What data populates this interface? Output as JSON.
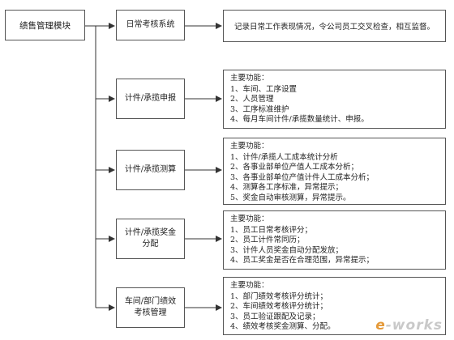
{
  "root": {
    "label": "绩售管理模块"
  },
  "branches": [
    {
      "label": "日常考核系统",
      "desc_single": "记录日常工作表现情况，令公司员工交叉检查，相互监督。"
    },
    {
      "label": "计件/承揽申报",
      "desc": {
        "title": "主要功能：",
        "items": [
          "1、车间、工序设置",
          "2、人员管理",
          "3、工序标准维护",
          "4、每月车间计件/承揽数量统计、申报。"
        ]
      }
    },
    {
      "label": "计件/承揽测算",
      "desc": {
        "title": "主要功能：",
        "items": [
          "1、计件/承揽人工成本统计分析",
          "2、各事业部单位产值人工成本分析；",
          "3、各事业部单位产值计件人工成本分析；",
          "4、测算各工序标准，异常提示；",
          "5、奖金自动审核测算，异常提示。"
        ]
      }
    },
    {
      "label": "计件/承揽奖金分配",
      "desc": {
        "title": "主要功能：",
        "items": [
          "1、员工日常考核评分；",
          "2、员工计件常同历；",
          "3、计件人员奖金自动分配发放；",
          "4、员工奖金是否在合理范围，异常提示；"
        ]
      }
    },
    {
      "label": "车间/部门绩效考核管理",
      "desc": {
        "title": "主要功能：",
        "items": [
          "1、部门绩效考核评分统计；",
          "2、车间绩效考核评分统计；",
          "3、员工验证跟配及记录；",
          "4、绩效考核奖金测算、分配。"
        ]
      }
    }
  ],
  "watermark": {
    "prefix": "e",
    "rest": "-works"
  }
}
